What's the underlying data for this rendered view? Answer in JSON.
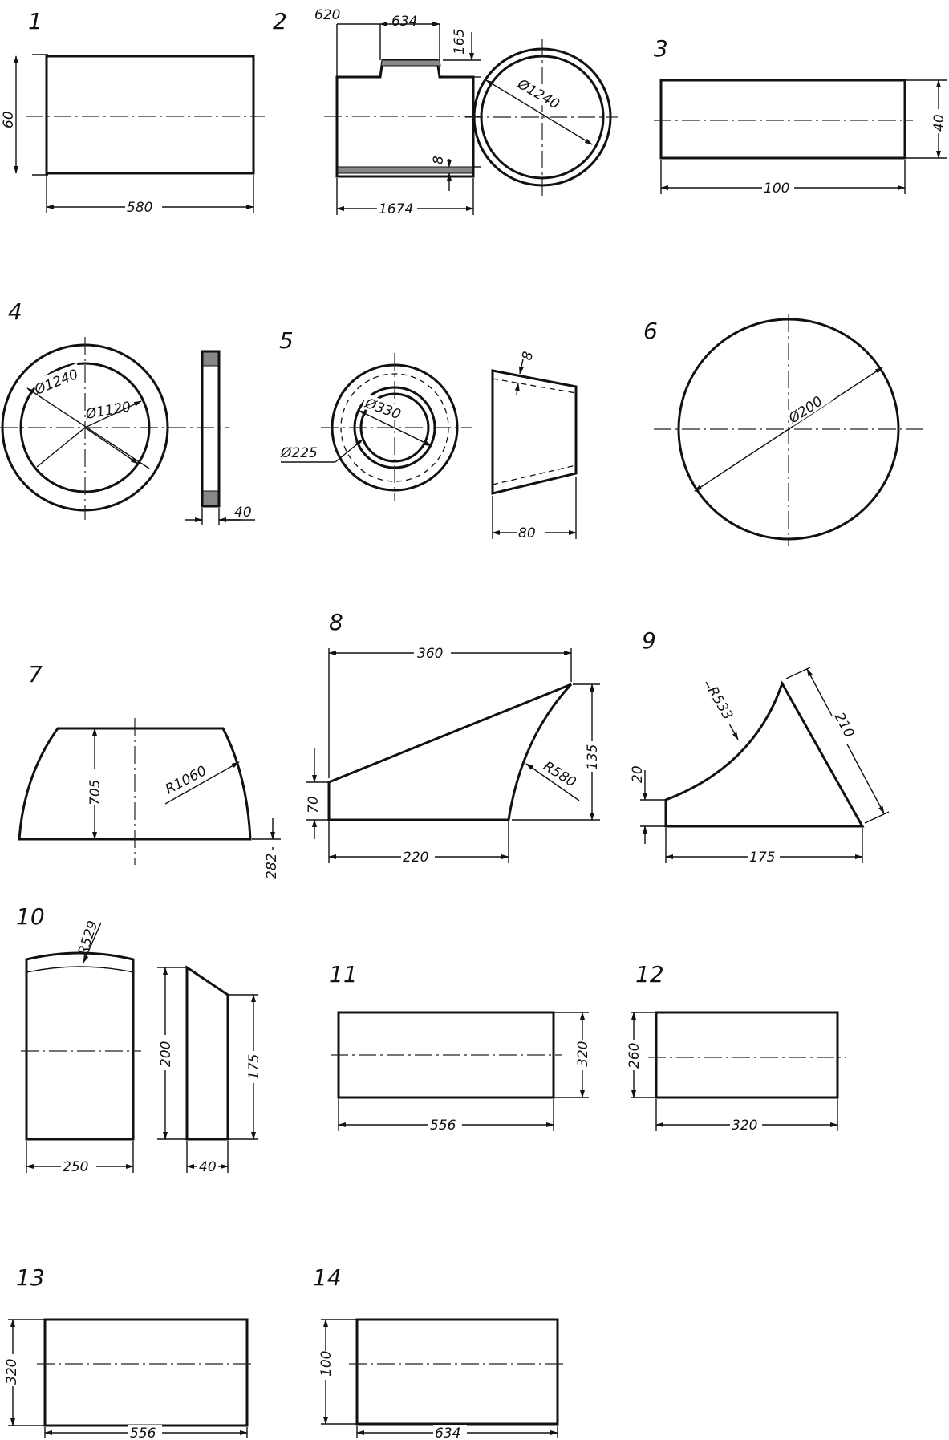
{
  "figures": [
    {
      "id": "1",
      "dims": {
        "height": "60",
        "length": "580"
      }
    },
    {
      "id": "2",
      "dims": {
        "top_left": "620",
        "slot": "634",
        "slot_depth": "165",
        "diameter": "Ø1240",
        "wall": "8",
        "length": "1674"
      }
    },
    {
      "id": "3",
      "dims": {
        "height": "40",
        "length": "100"
      }
    },
    {
      "id": "4",
      "dims": {
        "outer": "Ø1240",
        "inner": "Ø1120",
        "width": "40"
      }
    },
    {
      "id": "5",
      "dims": {
        "inner": "Ø330",
        "outer": "Ø225",
        "wall": "8",
        "length": "80"
      }
    },
    {
      "id": "6",
      "dims": {
        "diameter": "Ø200"
      }
    },
    {
      "id": "7",
      "dims": {
        "height": "705",
        "radius": "R1060",
        "offset": "282"
      }
    },
    {
      "id": "8",
      "dims": {
        "top": "360",
        "left_h": "70",
        "right_h": "135",
        "radius": "R580",
        "bottom": "220"
      }
    },
    {
      "id": "9",
      "dims": {
        "radius": "R533",
        "side": "210",
        "left_h": "20",
        "bottom": "175"
      }
    },
    {
      "id": "10",
      "dims": {
        "radius": "R529",
        "height": "200",
        "right_h": "175",
        "width": "250",
        "thickness": "40"
      }
    },
    {
      "id": "11",
      "dims": {
        "height": "320",
        "length": "556"
      }
    },
    {
      "id": "12",
      "dims": {
        "height": "260",
        "length": "320"
      }
    },
    {
      "id": "13",
      "dims": {
        "height": "320",
        "length": "556"
      }
    },
    {
      "id": "14",
      "dims": {
        "height": "100",
        "length": "634"
      }
    }
  ]
}
